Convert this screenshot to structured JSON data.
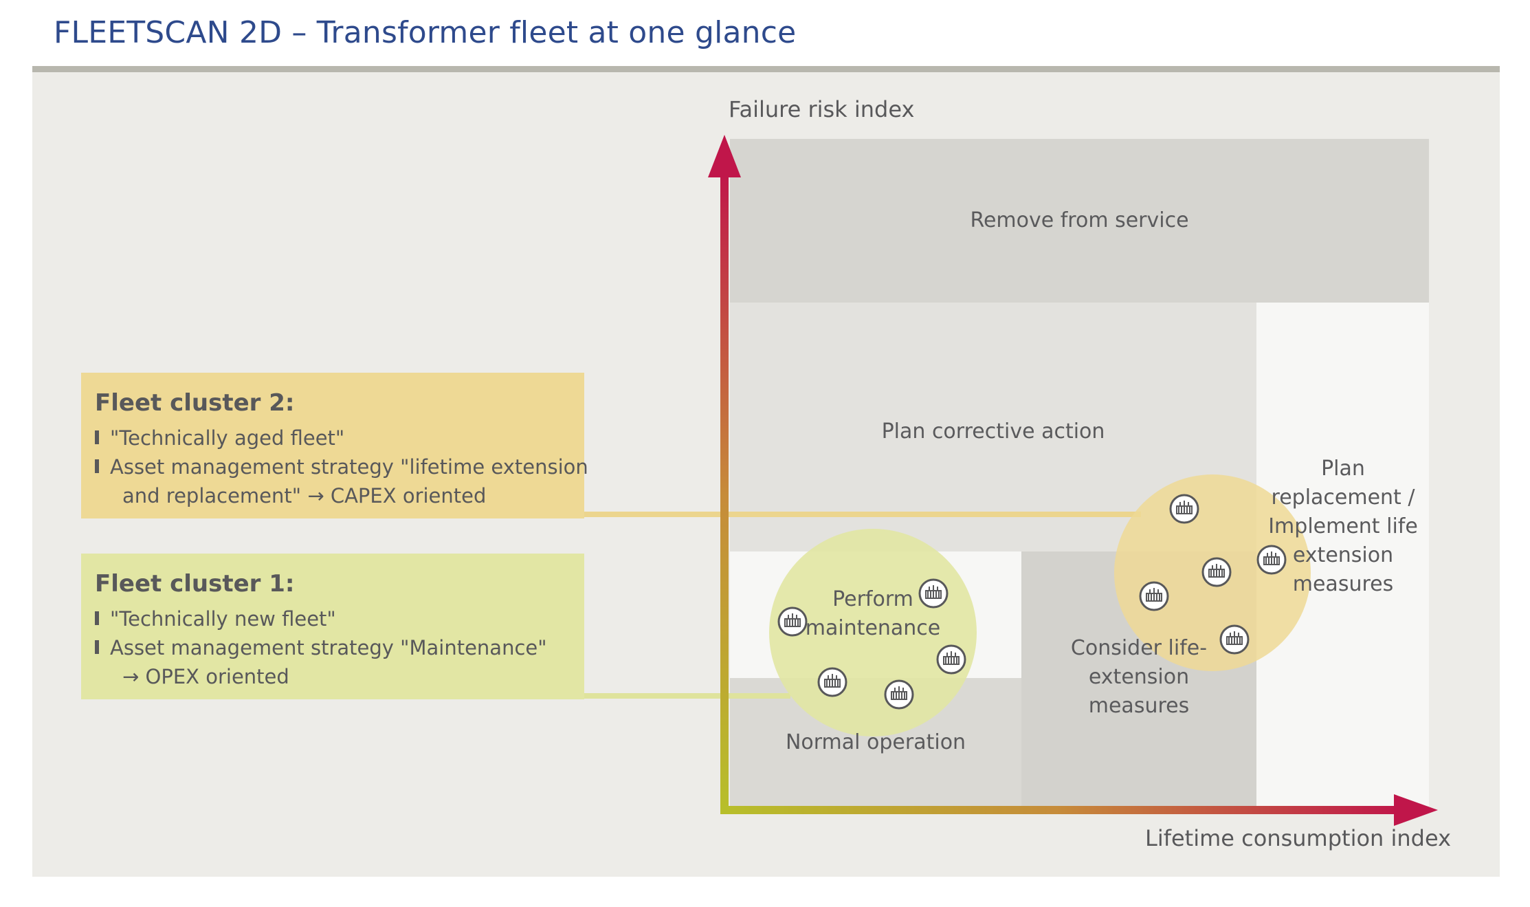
{
  "header": {
    "title": "FLEETSCAN 2D – Transformer fleet at one glance"
  },
  "axes": {
    "y_label": "Failure risk index",
    "x_label": "Lifetime consumption index"
  },
  "zones": {
    "remove": "Remove from service",
    "corrective": "Plan corrective action",
    "replacement": "Plan replacement / Implement life extension measures",
    "maintenance": "Perform maintenance",
    "normal": "Normal operation",
    "life_extension": "Consider life-extension measures"
  },
  "clusters": {
    "cluster2": {
      "title": "Fleet cluster 2:",
      "line1": "\"Technically aged fleet\"",
      "line2": "Asset management strategy \"lifetime extension",
      "line3": "and replacement\" → CAPEX oriented"
    },
    "cluster1": {
      "title": "Fleet cluster 1:",
      "line1": "\"Technically new fleet\"",
      "line2": "Asset management strategy \"Maintenance\"",
      "line3": "→ OPEX oriented"
    }
  },
  "colors": {
    "title": "#2e4a8c",
    "panel": "#edece8",
    "axis_start": "#b7bf2a",
    "axis_end": "#c0164a",
    "cluster1_fill": "#e2e6a4",
    "cluster2_fill": "#eed995"
  },
  "icons": {
    "transformer": "transformer-icon"
  }
}
